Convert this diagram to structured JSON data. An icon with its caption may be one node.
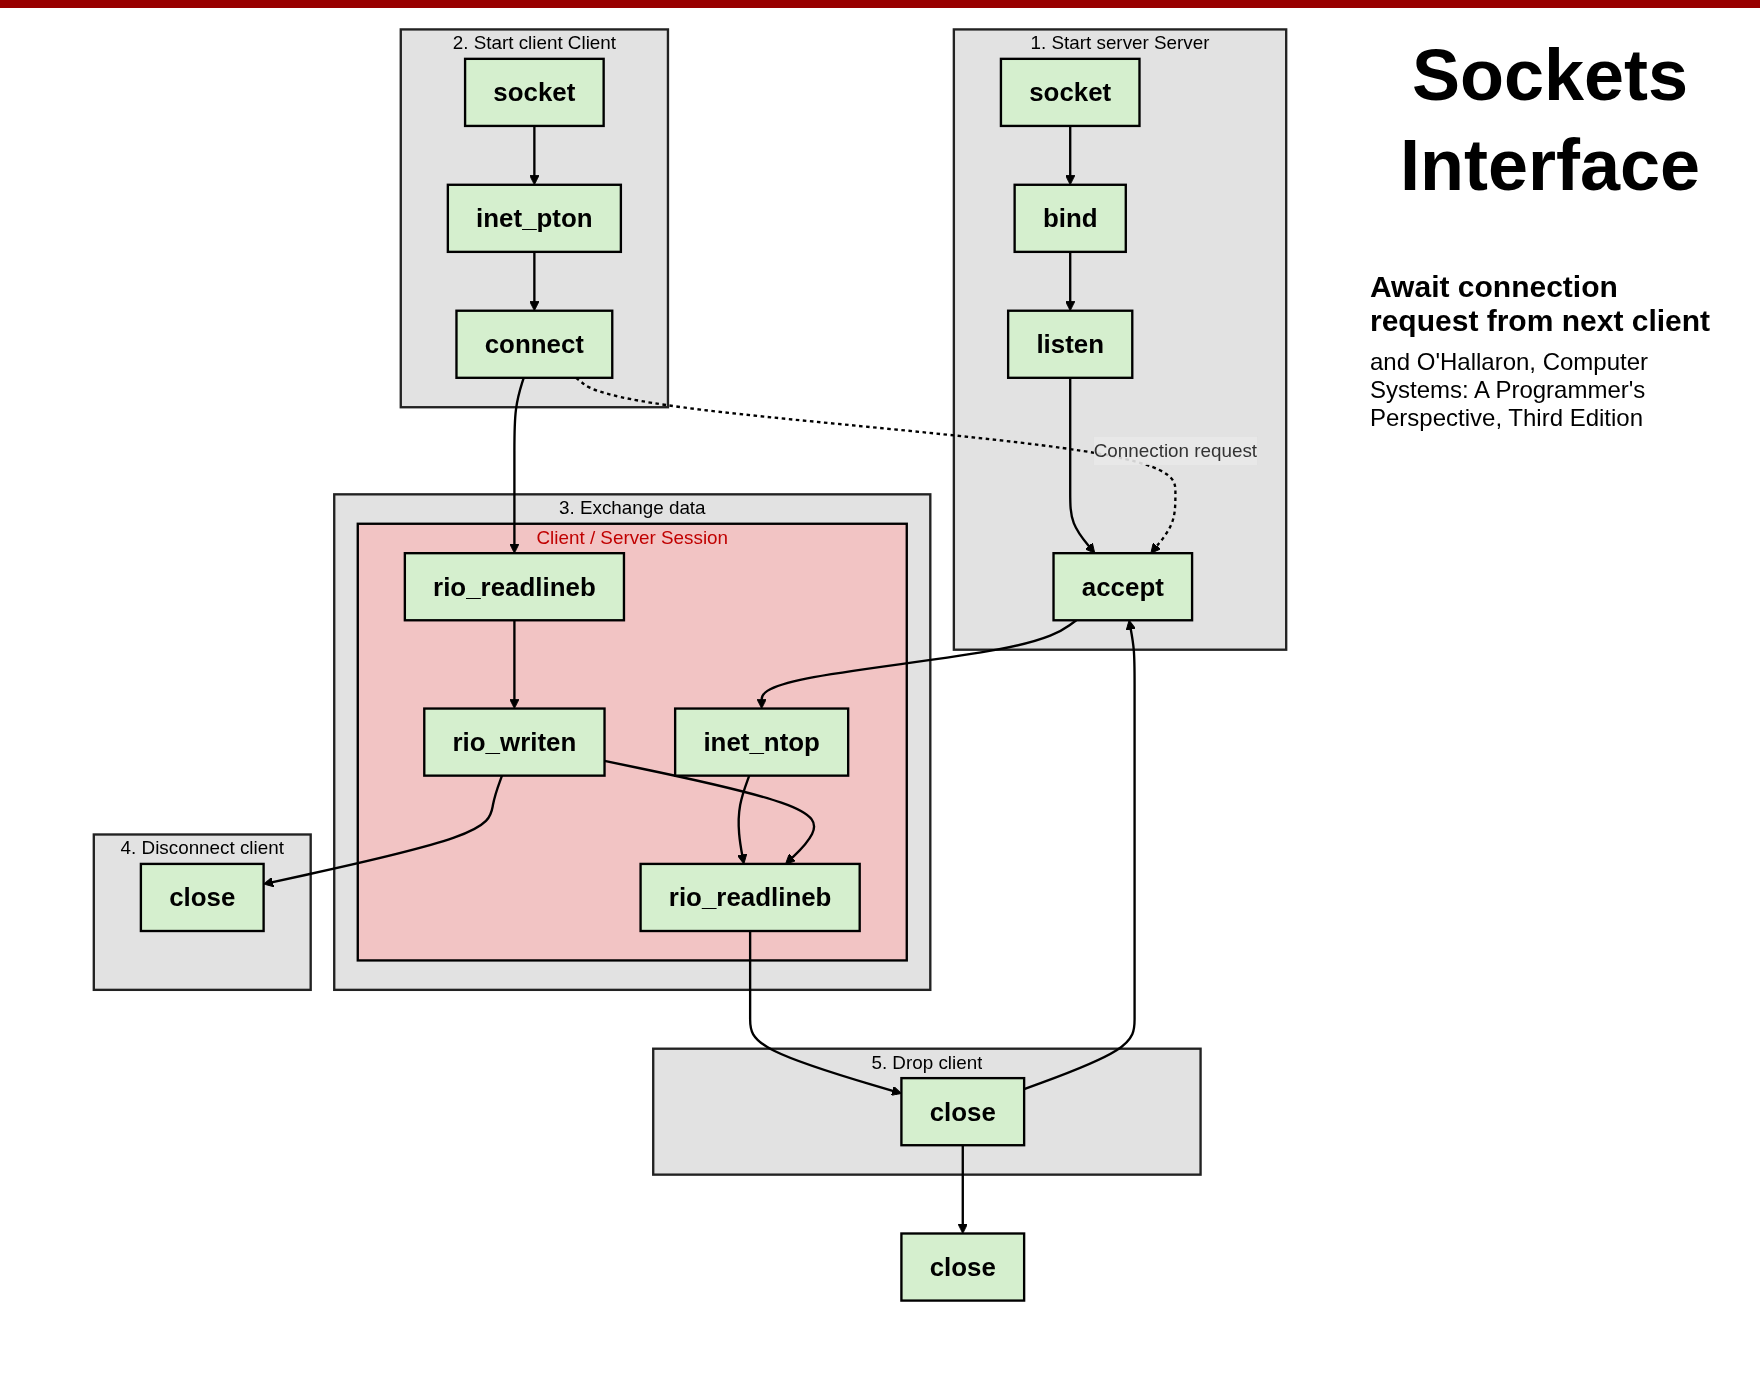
{
  "diagram": {
    "title": "Sockets Interface",
    "nodes": [
      {
        "text": [
          "2. Start client",
          "Client"
        ]
      },
      {
        "text": [
          "socket"
        ],
        "in": 0
      },
      {
        "text": [
          "inet_pton"
        ],
        "in": 0
      },
      {
        "text": [
          "connect"
        ],
        "in": 0
      },
      {
        "text": [
          "1. Start server",
          "Server"
        ]
      },
      {
        "text": [
          "socket"
        ],
        "in": 4
      },
      {
        "text": [
          "bind"
        ],
        "in": 4
      },
      {
        "text": [
          "listen"
        ],
        "in": 4
      },
      {
        "text": [
          "accept"
        ],
        "in": 4
      },
      {
        "text": [
          "3. Exchange data"
        ]
      },
      {
        "text": [
          "Client / Server Session"
        ],
        "in": 9
      },
      {
        "text": [
          "rio_readlineb"
        ],
        "in": 10
      },
      {
        "text": [
          "rio_writen"
        ],
        "in": 10
      },
      {
        "text": [
          "inet_ntop"
        ],
        "in": 10
      },
      {
        "text": [
          "rio_readlineb"
        ],
        "in": 10
      },
      {
        "text": [
          "4. Disconnect client"
        ]
      },
      {
        "text": [
          "close"
        ],
        "in": 15
      },
      {
        "text": [
          "5. Drop client"
        ]
      },
      {
        "text": [
          "close"
        ],
        "in": 17
      },
      {
        "text": [
          "close"
        ]
      }
    ],
    "edges": [
      {
        "from": 1,
        "to": 2,
        "arrow": "to"
      },
      {
        "from": 2,
        "to": 3,
        "arrow": "to"
      },
      {
        "from": 5,
        "to": 6,
        "arrow": "to"
      },
      {
        "from": 6,
        "to": 7,
        "arrow": "to"
      },
      {
        "from": 7,
        "to": 8,
        "arrow": "to"
      },
      {
        "from": 3,
        "to": 8,
        "arrow": "to",
        "label": "Connection request",
        "style": "dashed"
      },
      {
        "from": 3,
        "to": 11,
        "arrow": "to"
      },
      {
        "from": 8,
        "to": 13,
        "arrow": "to"
      },
      {
        "from": 11,
        "to": 12,
        "arrow": "to"
      },
      {
        "from": 13,
        "to": 14,
        "arrow": "to"
      },
      {
        "from": 12,
        "to": 14,
        "arrow": "to"
      },
      {
        "from": 12,
        "to": 16,
        "arrow": "to"
      },
      {
        "from": 14,
        "to": 18,
        "arrow": "to"
      },
      {
        "from": 18,
        "to": 19,
        "arrow": "to"
      },
      {
        "from": 18,
        "to": 8,
        "arrow": "to"
      }
    ],
    "labels": [
      "Await connection request from next client",
      "and O'Hallaron, Computer Systems: A Programmer's Perspective, Third Edition"
    ]
  }
}
